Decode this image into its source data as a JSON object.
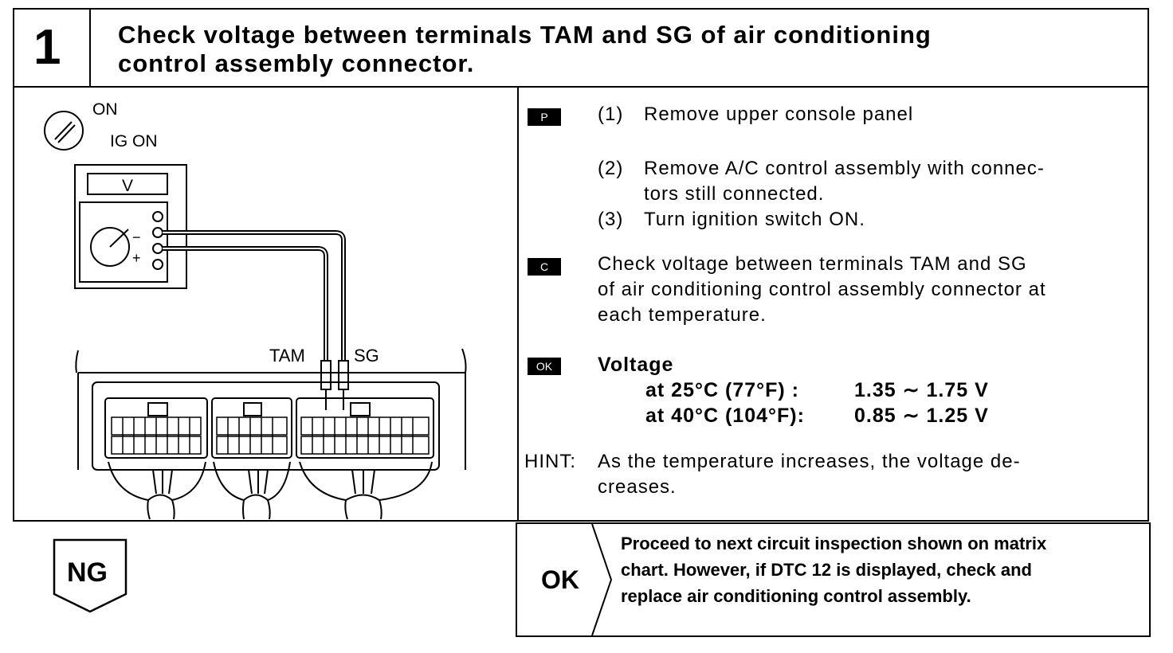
{
  "step": {
    "number": "1",
    "title_line1": "Check voltage between terminals TAM and SG of air conditioning",
    "title_line2": "control assembly connector."
  },
  "diagram": {
    "switch_on": "ON",
    "switch_ig": "IG ON",
    "meter_label": "V",
    "minus": "−",
    "plus": "+",
    "tam": "TAM",
    "sg": "SG"
  },
  "procedure": {
    "badge_p": "P",
    "step1_num": "(1)",
    "step1_text": "Remove upper console panel",
    "step2_num": "(2)",
    "step2_line1": "Remove A/C control assembly with connec-",
    "step2_line2": "tors still connected.",
    "step3_num": "(3)",
    "step3_text": "Turn ignition switch ON.",
    "badge_c": "C",
    "check_line1": "Check voltage between terminals TAM and SG",
    "check_line2": "of air conditioning control assembly connector at",
    "check_line3": "each temperature.",
    "badge_ok": "OK",
    "voltage_title": "Voltage",
    "rows": [
      {
        "temp": "at 25°C (77°F)  :",
        "value": "1.35 ∼ 1.75 V"
      },
      {
        "temp": "at 40°C (104°F):",
        "value": "0.85 ∼ 1.25 V"
      }
    ],
    "hint_label": "HINT:",
    "hint_line1": "As the temperature increases, the voltage de-",
    "hint_line2": "creases."
  },
  "result": {
    "ng": "NG",
    "ok": "OK",
    "ok_line1": "Proceed to next circuit inspection shown on matrix",
    "ok_line2": "chart. However, if DTC 12 is displayed, check and",
    "ok_line3": "replace air conditioning control assembly."
  }
}
